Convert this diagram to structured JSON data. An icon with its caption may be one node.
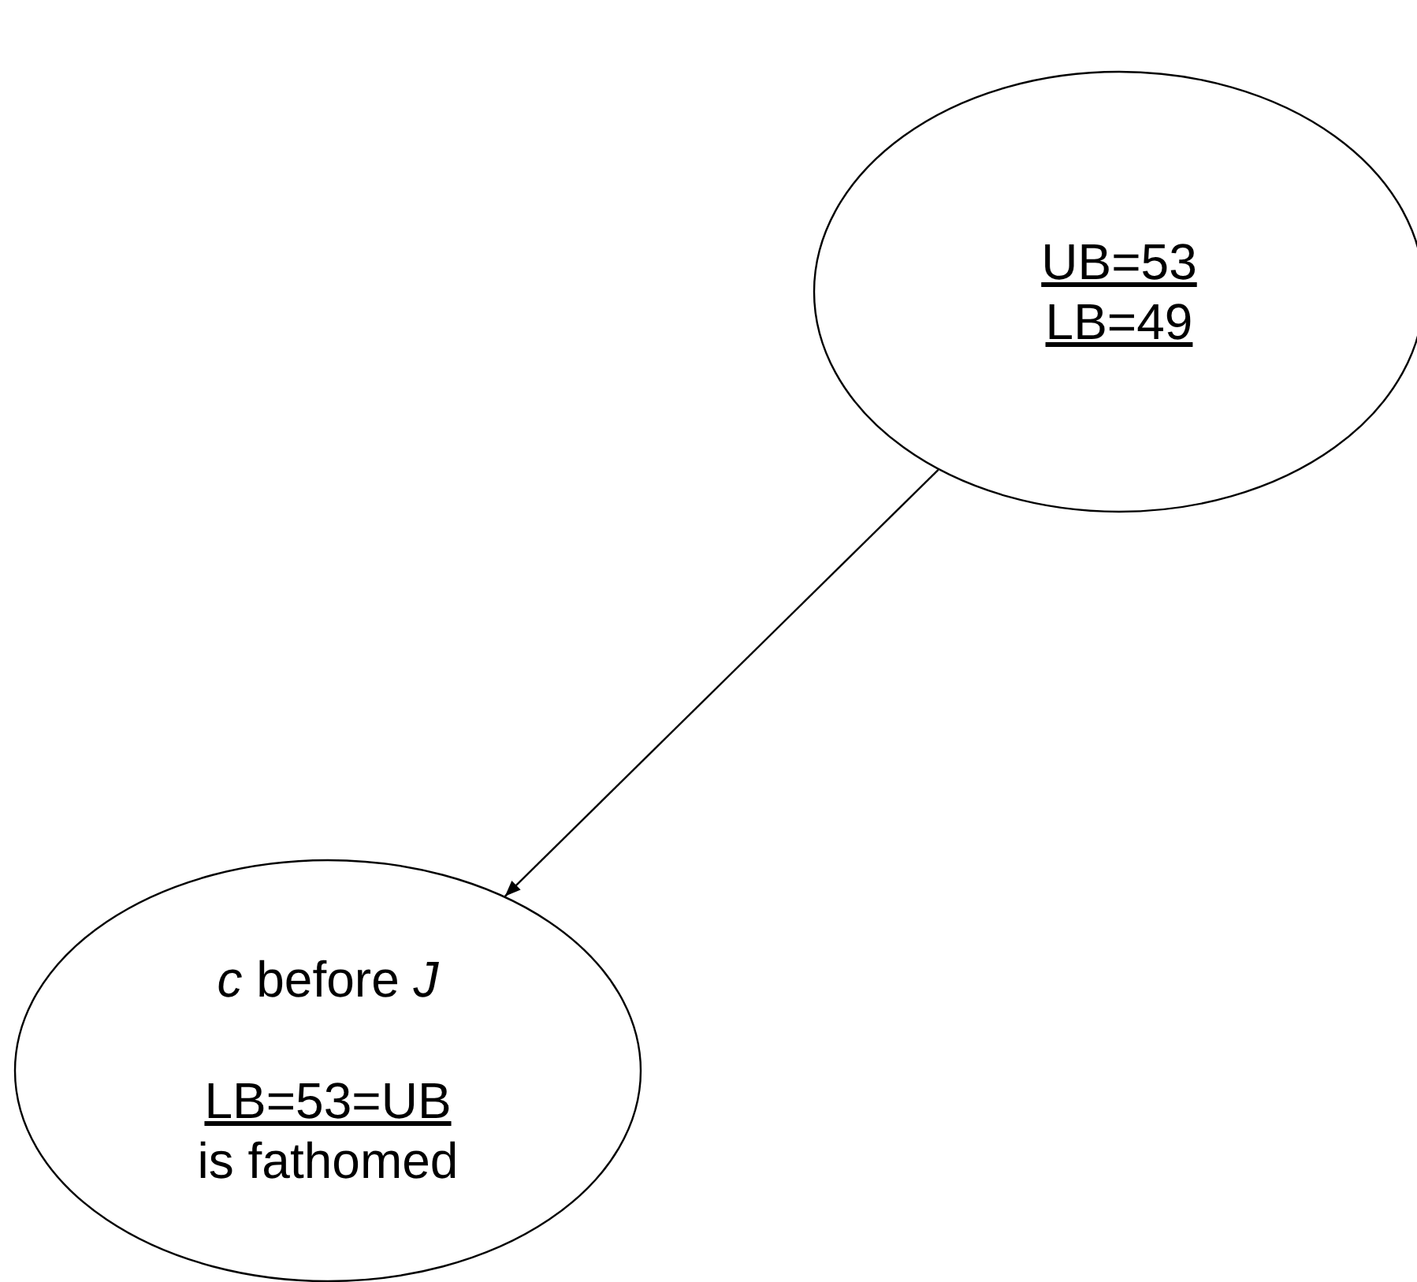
{
  "diagram": {
    "nodes": [
      {
        "text": [
          "UB=53",
          "LB=49"
        ]
      },
      {
        "text": [
          "*c* before *J*",
          "LB=53=UB",
          "is fathomed"
        ]
      }
    ],
    "edges": [
      {
        "from": 0,
        "to": 1,
        "arrow": "to"
      }
    ]
  }
}
